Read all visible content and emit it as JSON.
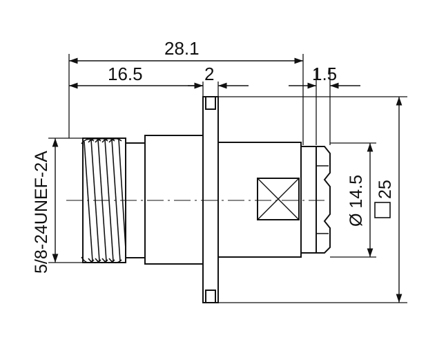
{
  "drawing": {
    "dimensions": {
      "overall_length": "28.1",
      "thread_length": "16.5",
      "flange_thickness": "2",
      "nut_thickness": "1.5",
      "thread_spec": "5/8-24UNEF-2A",
      "nut_diameter": "Ø 14.5",
      "flange_square": "25"
    },
    "colors": {
      "ink": "#111111",
      "background": "#ffffff"
    }
  }
}
